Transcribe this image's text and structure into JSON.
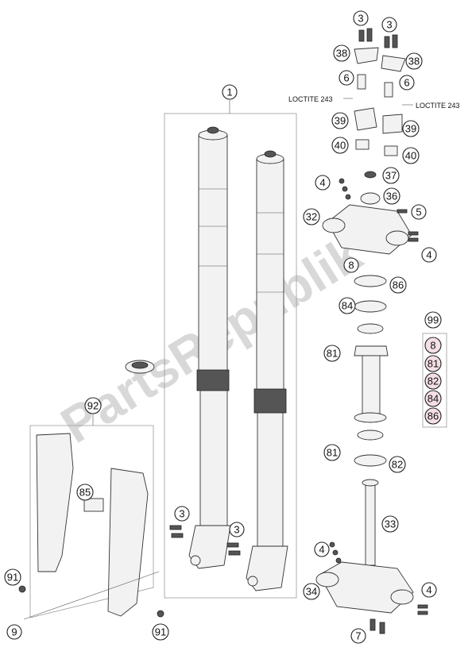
{
  "watermark": "PartsRepublik",
  "notes": {
    "loctite_left": "LOCTITE 243",
    "loctite_right": "LOCTITE 243"
  },
  "callouts": [
    {
      "id": "c1",
      "label": "1"
    },
    {
      "id": "c3a",
      "label": "3"
    },
    {
      "id": "c3b",
      "label": "3"
    },
    {
      "id": "c38a",
      "label": "38"
    },
    {
      "id": "c38b",
      "label": "38"
    },
    {
      "id": "c6a",
      "label": "6"
    },
    {
      "id": "c6b",
      "label": "6"
    },
    {
      "id": "c39a",
      "label": "39"
    },
    {
      "id": "c39b",
      "label": "39"
    },
    {
      "id": "c40a",
      "label": "40"
    },
    {
      "id": "c40b",
      "label": "40"
    },
    {
      "id": "c37",
      "label": "37"
    },
    {
      "id": "c4a",
      "label": "4"
    },
    {
      "id": "c36",
      "label": "36"
    },
    {
      "id": "c5",
      "label": "5"
    },
    {
      "id": "c32",
      "label": "32"
    },
    {
      "id": "c4b",
      "label": "4"
    },
    {
      "id": "c8",
      "label": "8"
    },
    {
      "id": "c86",
      "label": "86"
    },
    {
      "id": "c84",
      "label": "84"
    },
    {
      "id": "c99",
      "label": "99"
    },
    {
      "id": "c81a",
      "label": "81"
    },
    {
      "id": "c92",
      "label": "92"
    },
    {
      "id": "c85",
      "label": "85"
    },
    {
      "id": "c81b",
      "label": "81"
    },
    {
      "id": "c82",
      "label": "82"
    },
    {
      "id": "c3c",
      "label": "3"
    },
    {
      "id": "c3d",
      "label": "3"
    },
    {
      "id": "c33",
      "label": "33"
    },
    {
      "id": "c4c",
      "label": "4"
    },
    {
      "id": "c34",
      "label": "34"
    },
    {
      "id": "c4d",
      "label": "4"
    },
    {
      "id": "c91a",
      "label": "91"
    },
    {
      "id": "c9",
      "label": "9"
    },
    {
      "id": "c91b",
      "label": "91"
    },
    {
      "id": "c7",
      "label": "7"
    }
  ],
  "kit": [
    "8",
    "81",
    "82",
    "84",
    "86"
  ]
}
